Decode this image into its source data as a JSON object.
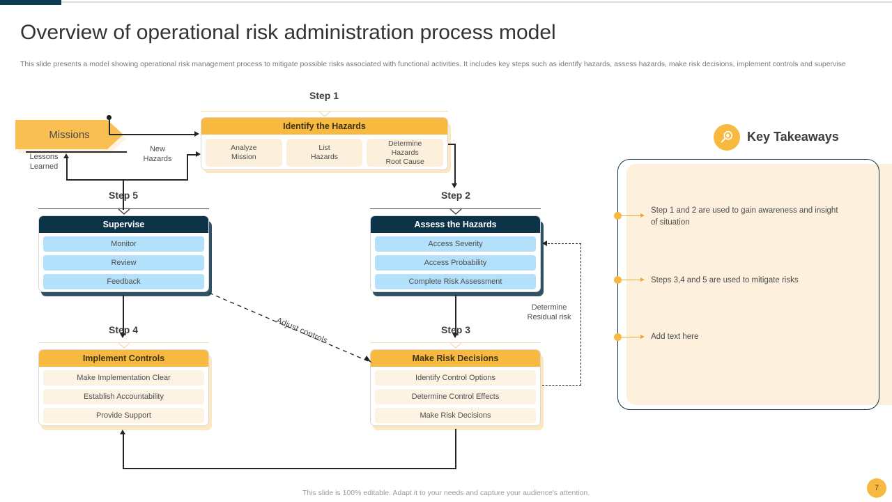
{
  "header": {
    "title": "Overview of operational risk administration process model",
    "subtitle": "This slide presents a model showing operational risk management process to mitigate possible risks associated with functional activities. It includes key steps such as identify hazards, assess hazards, make risk decisions, implement controls and supervise"
  },
  "colors": {
    "accent_orange": "#f7b93f",
    "navy": "#0d3349",
    "chip_blue": "#b3e0fb",
    "chip_cream": "#fdf3e2",
    "panel_cream": "#fdf1dd",
    "line": "#262626"
  },
  "diagram": {
    "missions": {
      "label": "Missions"
    },
    "edge_labels": {
      "lessons_learned": "Lessons\nLearned",
      "lessons_learned_l1": "Lessons",
      "lessons_learned_l2": "Learned",
      "new_hazards_l1": "New",
      "new_hazards_l2": "Hazards",
      "adjust_controls": "Adjust controls",
      "residual_l1": "Determine",
      "residual_l2": "Residual risk"
    },
    "steps": [
      {
        "step_label": "Step 1",
        "title": "Identify the Hazards",
        "style": "orange",
        "layout": "triple",
        "items": [
          "Analyze\nMission",
          "List\nHazards",
          "Determine\nHazards\nRoot Cause"
        ],
        "items_lines": [
          [
            "Analyze",
            "Mission"
          ],
          [
            "List",
            "Hazards"
          ],
          [
            "Determine",
            "Hazards",
            "Root Cause"
          ]
        ]
      },
      {
        "step_label": "Step 2",
        "title": "Assess the Hazards",
        "style": "navy",
        "layout": "stack",
        "items": [
          "Access Severity",
          "Access Probability",
          "Complete Risk Assessment"
        ]
      },
      {
        "step_label": "Step 3",
        "title": "Make Risk Decisions",
        "style": "orange",
        "layout": "stack",
        "items": [
          "Identify Control Options",
          "Determine Control Effects",
          "Make Risk Decisions"
        ]
      },
      {
        "step_label": "Step 4",
        "title": "Implement Controls",
        "style": "orange",
        "layout": "stack",
        "items": [
          "Make Implementation Clear",
          "Establish Accountability",
          "Provide Support"
        ]
      },
      {
        "step_label": "Step 5",
        "title": "Supervise",
        "style": "navy",
        "layout": "stack",
        "items": [
          "Monitor",
          "Review",
          "Feedback"
        ]
      }
    ]
  },
  "key_takeaways": {
    "title": "Key Takeaways",
    "icon": "magnifier-bulb-icon",
    "items": [
      "Step 1 and 2 are used to gain awareness and insight of situation",
      "Steps 3,4 and 5 are used to mitigate risks",
      "Add text here"
    ]
  },
  "footer": {
    "note": "This slide is 100% editable. Adapt it to your needs and capture your audience's attention.",
    "page_number": "7"
  }
}
